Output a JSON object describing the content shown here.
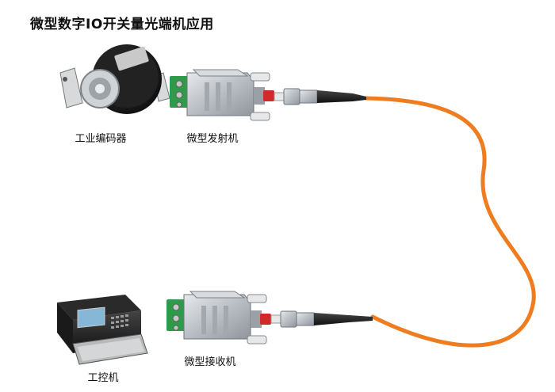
{
  "title": "微型数字IO开关量光端机应用",
  "devices": {
    "encoder": {
      "label": "工业编码器"
    },
    "transmitter": {
      "label": "微型发射机"
    },
    "ipc": {
      "label": "工控机"
    },
    "receiver": {
      "label": "微型接收机"
    }
  },
  "colors": {
    "fiber": "#ef7d1f",
    "connector_metal": "#b9bec4",
    "terminal_green": "#2f9a4a",
    "ferrule_red": "#d02a2a",
    "boot_black": "#1d1d1d"
  }
}
